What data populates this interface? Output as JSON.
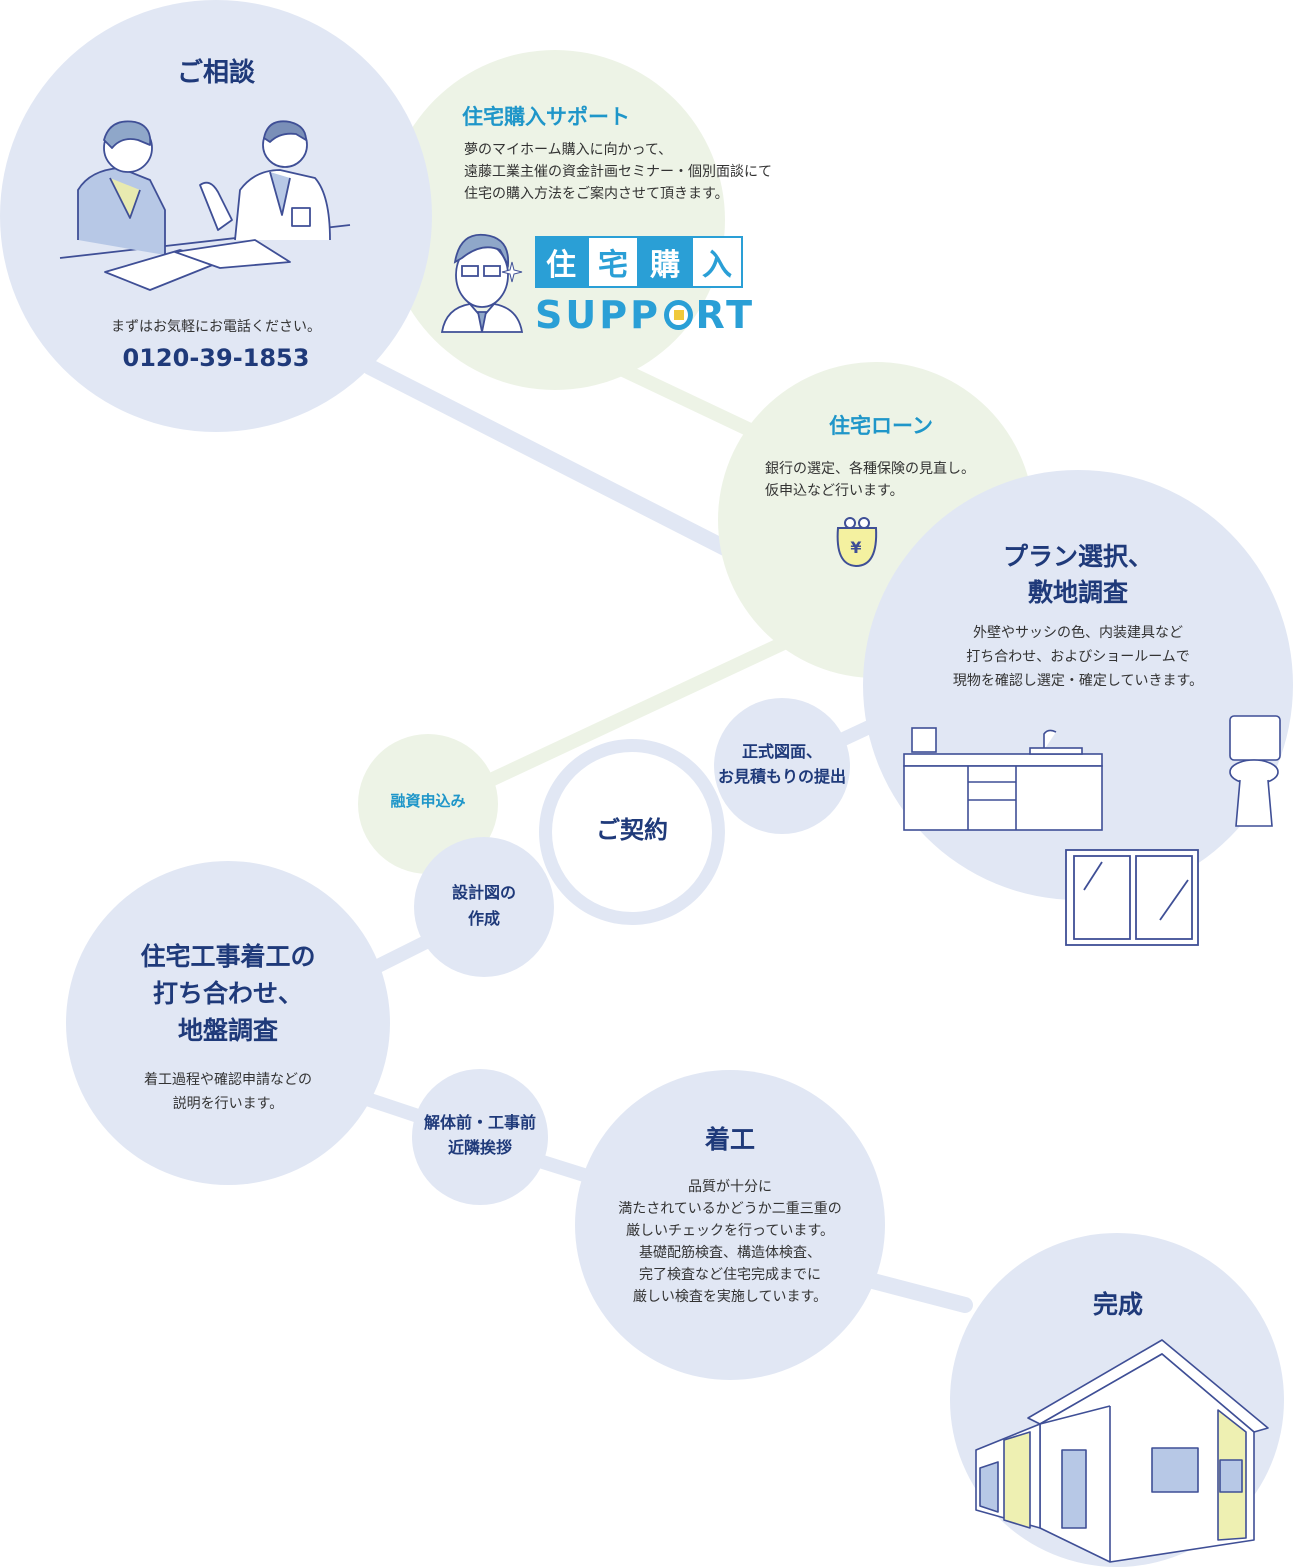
{
  "consult": {
    "title": "ご相談",
    "note": "まずはお気軽にお電話ください。",
    "phone": "0120-39-1853"
  },
  "support": {
    "title": "住宅購入サポート",
    "lines": [
      "夢のマイホーム購入に向かって、",
      "遠藤工業主催の資金計画セミナー・個別面談にて",
      "住宅の購入方法をご案内させて頂きます。"
    ],
    "logo_chars": [
      "住",
      "宅",
      "購",
      "入"
    ],
    "logo_word_pre": "SUPP",
    "logo_word_post": "RT"
  },
  "loan": {
    "title": "住宅ローン",
    "lines": [
      "銀行の選定、各種保険の見直し。",
      "仮申込など行います。"
    ],
    "icon_symbol": "¥"
  },
  "plan": {
    "title_lines": [
      "プラン選択、",
      "敷地調査"
    ],
    "lines": [
      "外壁やサッシの色、内装建具など",
      "打ち合わせ、およびショールームで",
      "現物を確認し選定・確定していきます。"
    ]
  },
  "estimate": {
    "lines": [
      "正式図面、",
      "お見積もりの提出"
    ]
  },
  "financing": {
    "label": "融資申込み"
  },
  "contract": {
    "label": "ご契約"
  },
  "design": {
    "lines": [
      "設計図の",
      "作成"
    ]
  },
  "construction_meeting": {
    "title_lines": [
      "住宅工事着工の",
      "打ち合わせ、",
      "地盤調査"
    ],
    "lines": [
      "着工過程や確認申請などの",
      "説明を行います。"
    ]
  },
  "greeting": {
    "lines": [
      "解体前・工事前",
      "近隣挨拶"
    ]
  },
  "start": {
    "title": "着工",
    "lines": [
      "品質が十分に",
      "満たされているかどうか二重三重の",
      "厳しいチェックを行っています。",
      "基礎配筋検査、構造体検査、",
      "完了検査など住宅完成までに",
      "厳しい検査を実施しています。"
    ]
  },
  "complete": {
    "title": "完成"
  },
  "colors": {
    "blue_circle": "#e1e7f4",
    "green_circle": "#edf3e6",
    "navy_text": "#1f3a7a",
    "cyan_text": "#1f96c9",
    "line_art": "#3f4f96",
    "logo_blue": "#2a9fd6"
  }
}
